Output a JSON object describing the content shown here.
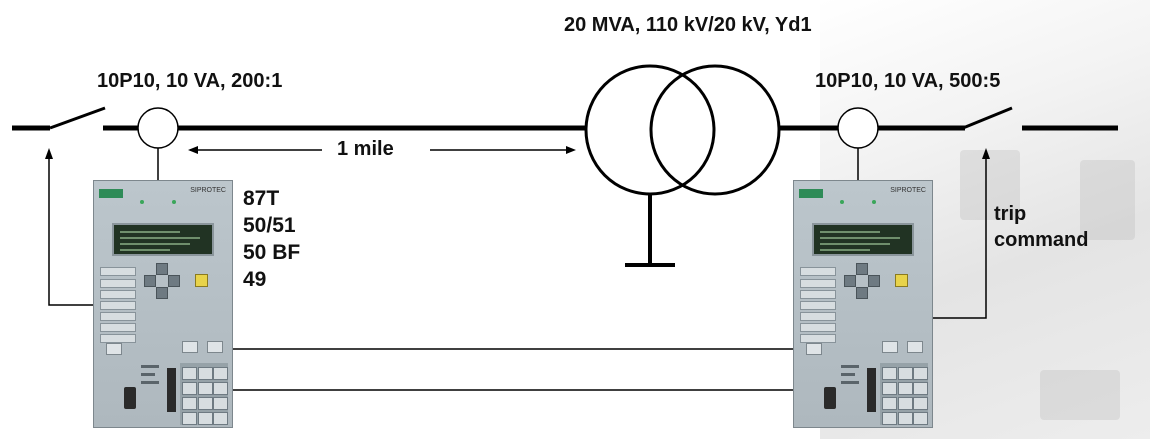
{
  "labels": {
    "transformer": "20 MVA, 110 kV/20 kV, Yd1",
    "ct_left": "10P10, 10 VA, 200:1",
    "ct_right": "10P10, 10 VA, 500:5",
    "distance": "1 mile",
    "functions": [
      "87T",
      "50/51",
      "50 BF",
      "49"
    ],
    "trip_command": [
      "trip",
      "command"
    ]
  },
  "relay_left": {
    "brand": "SIPROTEC"
  },
  "relay_right": {
    "brand": "SIPROTEC"
  },
  "colors": {
    "line": "#000000",
    "relay_body": "#b5bfc5",
    "lcd": "#213323",
    "status_tag": "#2e8b57",
    "key_yellow": "#e8d34a"
  }
}
